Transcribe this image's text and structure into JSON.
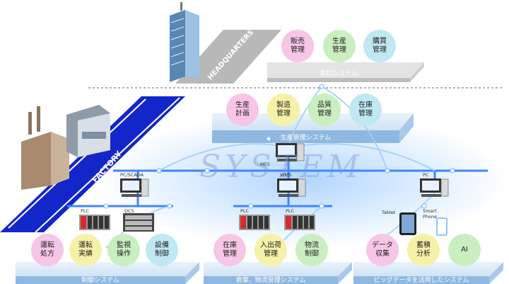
{
  "hq": {
    "band_label": "HEADQUARTERS",
    "platform_label": "本社システム",
    "items": [
      "販売\n管理",
      "生産\n管理",
      "購買\n管理"
    ]
  },
  "factory": {
    "band_label": "FACTORY"
  },
  "production": {
    "platform_label": "生産管理システム",
    "items": [
      "生産\n計画",
      "製造\n管理",
      "品質\n管理",
      "在庫\n管理"
    ]
  },
  "system_word": "SYSTEM",
  "nodes": {
    "mes": "MES",
    "pc_scada": "PC/SCADA",
    "wms": "WMS",
    "pc": "PC",
    "plc_left": "PLC",
    "dcs": "DCS",
    "plc_mid_1": "PLC",
    "plc_mid_2": "PLC",
    "tablet": "Tablet",
    "smartphone": "Smart\nPhone"
  },
  "bottom": [
    {
      "platform_label": "制御システム",
      "items": [
        "運転\n処方",
        "運転\n実績",
        "監視\n操作",
        "設備\n制御"
      ]
    },
    {
      "platform_label": "倉庫、物流管理システム",
      "items": [
        "在庫\n管理",
        "入出荷\n管理",
        "物流\n制御"
      ]
    },
    {
      "platform_label": "ビッグデータを活用したシステム",
      "items": [
        "データ\n収集",
        "蓄積\n分析",
        "AI"
      ]
    }
  ],
  "colors": {
    "band": "#1326c9",
    "platform_top": "#dbeaf7",
    "platform_side": "#8fb8e0",
    "line": "#3f86ff"
  }
}
